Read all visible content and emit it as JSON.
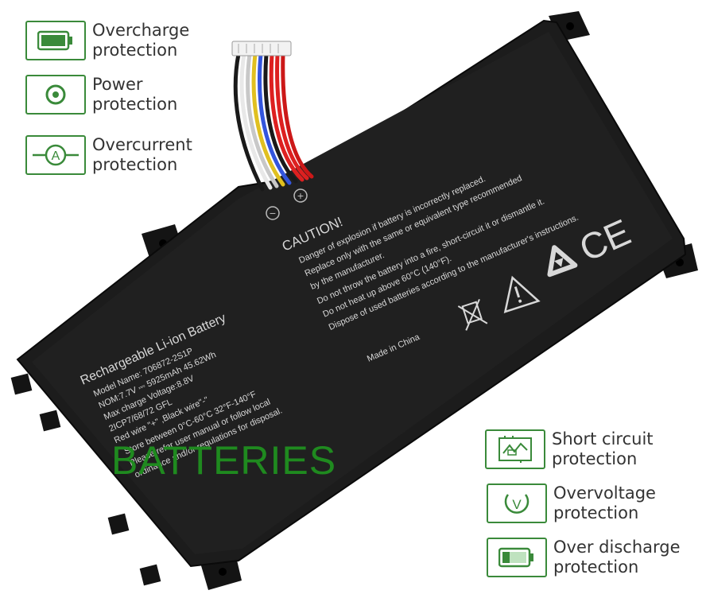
{
  "features_left": [
    {
      "icon": "full-battery-icon",
      "line1": "Overcharge",
      "line2": "protection"
    },
    {
      "icon": "power-icon",
      "line1": "Power",
      "line2": "protection"
    },
    {
      "icon": "ammeter-icon",
      "line1": "Overcurrent",
      "line2": "protection"
    }
  ],
  "features_right": [
    {
      "icon": "circuit-board-icon",
      "line1": "Short circuit",
      "line2": "protection"
    },
    {
      "icon": "voltage-icon",
      "line1": "Overvoltage",
      "line2": "protection"
    },
    {
      "icon": "low-battery-icon",
      "line1": "Over discharge",
      "line2": "protection"
    }
  ],
  "battery": {
    "title": "Rechargeable Li-ion Battery",
    "model": "Model Name: 706872-2S1P",
    "nom": "NOM:7.7V ⎓ 5925mAh  45.62Wh",
    "max": "Max charge Voltage:8.8V",
    "cells": "2ICP7/68/72         GFL",
    "wires": "Red wire  \"+\" ,Black wire\"-\"",
    "store": "Store between 0°C-60°C 32°F-140°F",
    "refer": "Please refer user manual or follow local",
    "ordinance": "ordinance and/or regulations for disposal.",
    "caution_title": "CAUTION!",
    "caution_lines": [
      "Danger of explosion if battery is incorrectly replaced.",
      "Replace only with the same or equivalent type recommended",
      "by the manufacturer.",
      "Do not throw the battery into a fire, short-circuit it or dismantle it.",
      "Do not heat up above 60°C (140°F).",
      "Dispose of used batteries according to the manufacturer's instructions."
    ],
    "made_in": "Made in China",
    "ce_mark": "CE",
    "minus": "−",
    "plus": "+"
  },
  "watermark": "BATTERIES",
  "colors": {
    "accent": "#3a8a3a",
    "watermark": "#1f8a1f",
    "battery_body": "#1c1c1c",
    "print": "#d8d8d8"
  }
}
